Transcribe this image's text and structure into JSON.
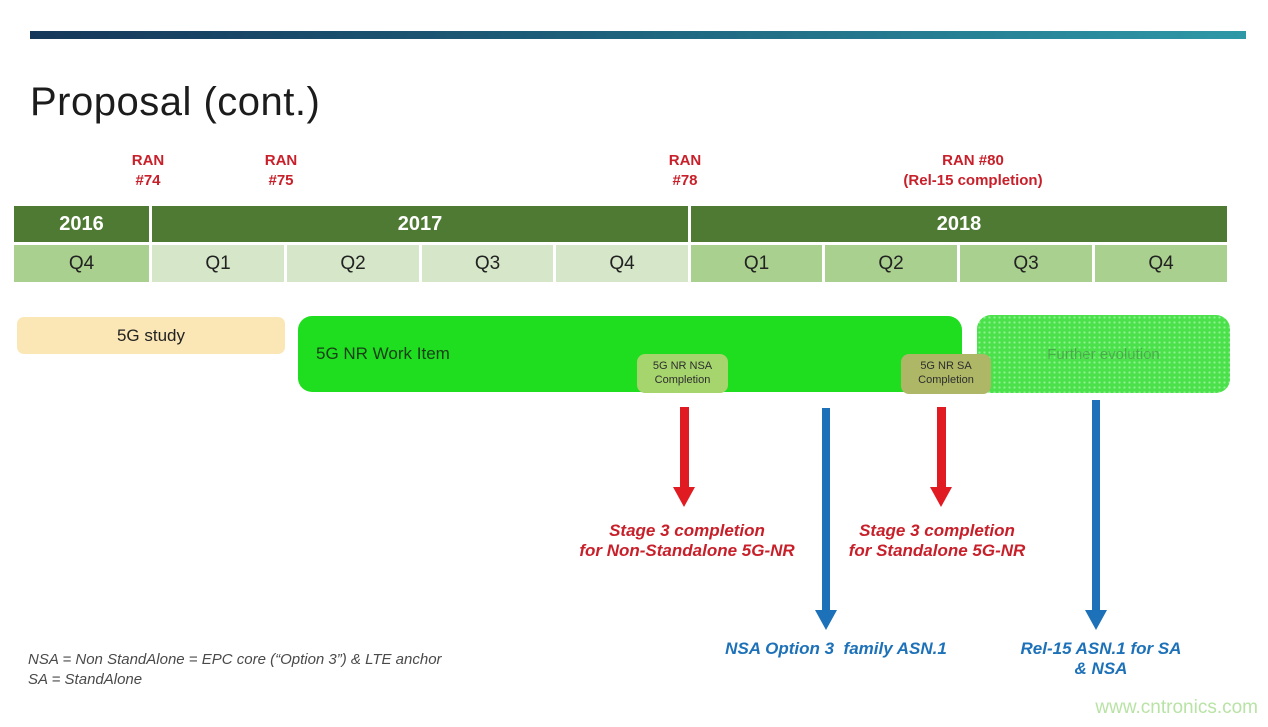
{
  "slide": {
    "title": "Proposal (cont.)",
    "watermark": "www.cntronics.com"
  },
  "milestones": [
    {
      "id": "ran-74",
      "label": "RAN\n#74"
    },
    {
      "id": "ran-75",
      "label": "RAN\n#75"
    },
    {
      "id": "ran-78",
      "label": "RAN\n#78"
    },
    {
      "id": "ran-80",
      "label": "RAN #80\n(Rel-15 completion)"
    }
  ],
  "timeline": {
    "years": [
      "2016",
      "2017",
      "2018"
    ],
    "quarters": [
      "Q4",
      "Q1",
      "Q2",
      "Q3",
      "Q4",
      "Q1",
      "Q2",
      "Q3",
      "Q4"
    ]
  },
  "bars": {
    "study": "5G study",
    "work_item": "5G NR Work Item",
    "nsa_completion": "5G NR NSA\nCompletion",
    "sa_completion": "5G NR SA\nCompletion",
    "further_evolution": "Further evolution"
  },
  "annotations": {
    "stage3_nsa": "Stage 3 completion\nfor Non-Standalone 5G-NR",
    "stage3_sa": "Stage 3 completion\nfor Standalone 5G-NR",
    "asn1_nsa": "NSA Option 3  family ASN.1",
    "asn1_rel15": "Rel-15 ASN.1 for SA & NSA"
  },
  "footnotes": [
    "NSA = Non StandAlone = EPC core (“Option 3”) & LTE anchor",
    "SA = StandAlone"
  ],
  "colors": {
    "rule_gradient_start": "#16375a",
    "rule_gradient_end": "#2e98a6",
    "milestone_red": "#c8202a",
    "arrow_red": "#e01b22",
    "arrow_blue": "#1d71b8",
    "year_header_green": "#4e7a33",
    "quarter_medium_green": "#a9d08e",
    "quarter_light_green": "#d5e7c8",
    "study_bar_yellow": "#fbe7b5",
    "work_item_green": "#1fdd1f",
    "nsa_box_green": "#a6d46d",
    "sa_box_olive": "#adb766",
    "further_box_green": "#4ae14a",
    "watermark_green": "#b9e3a6"
  }
}
